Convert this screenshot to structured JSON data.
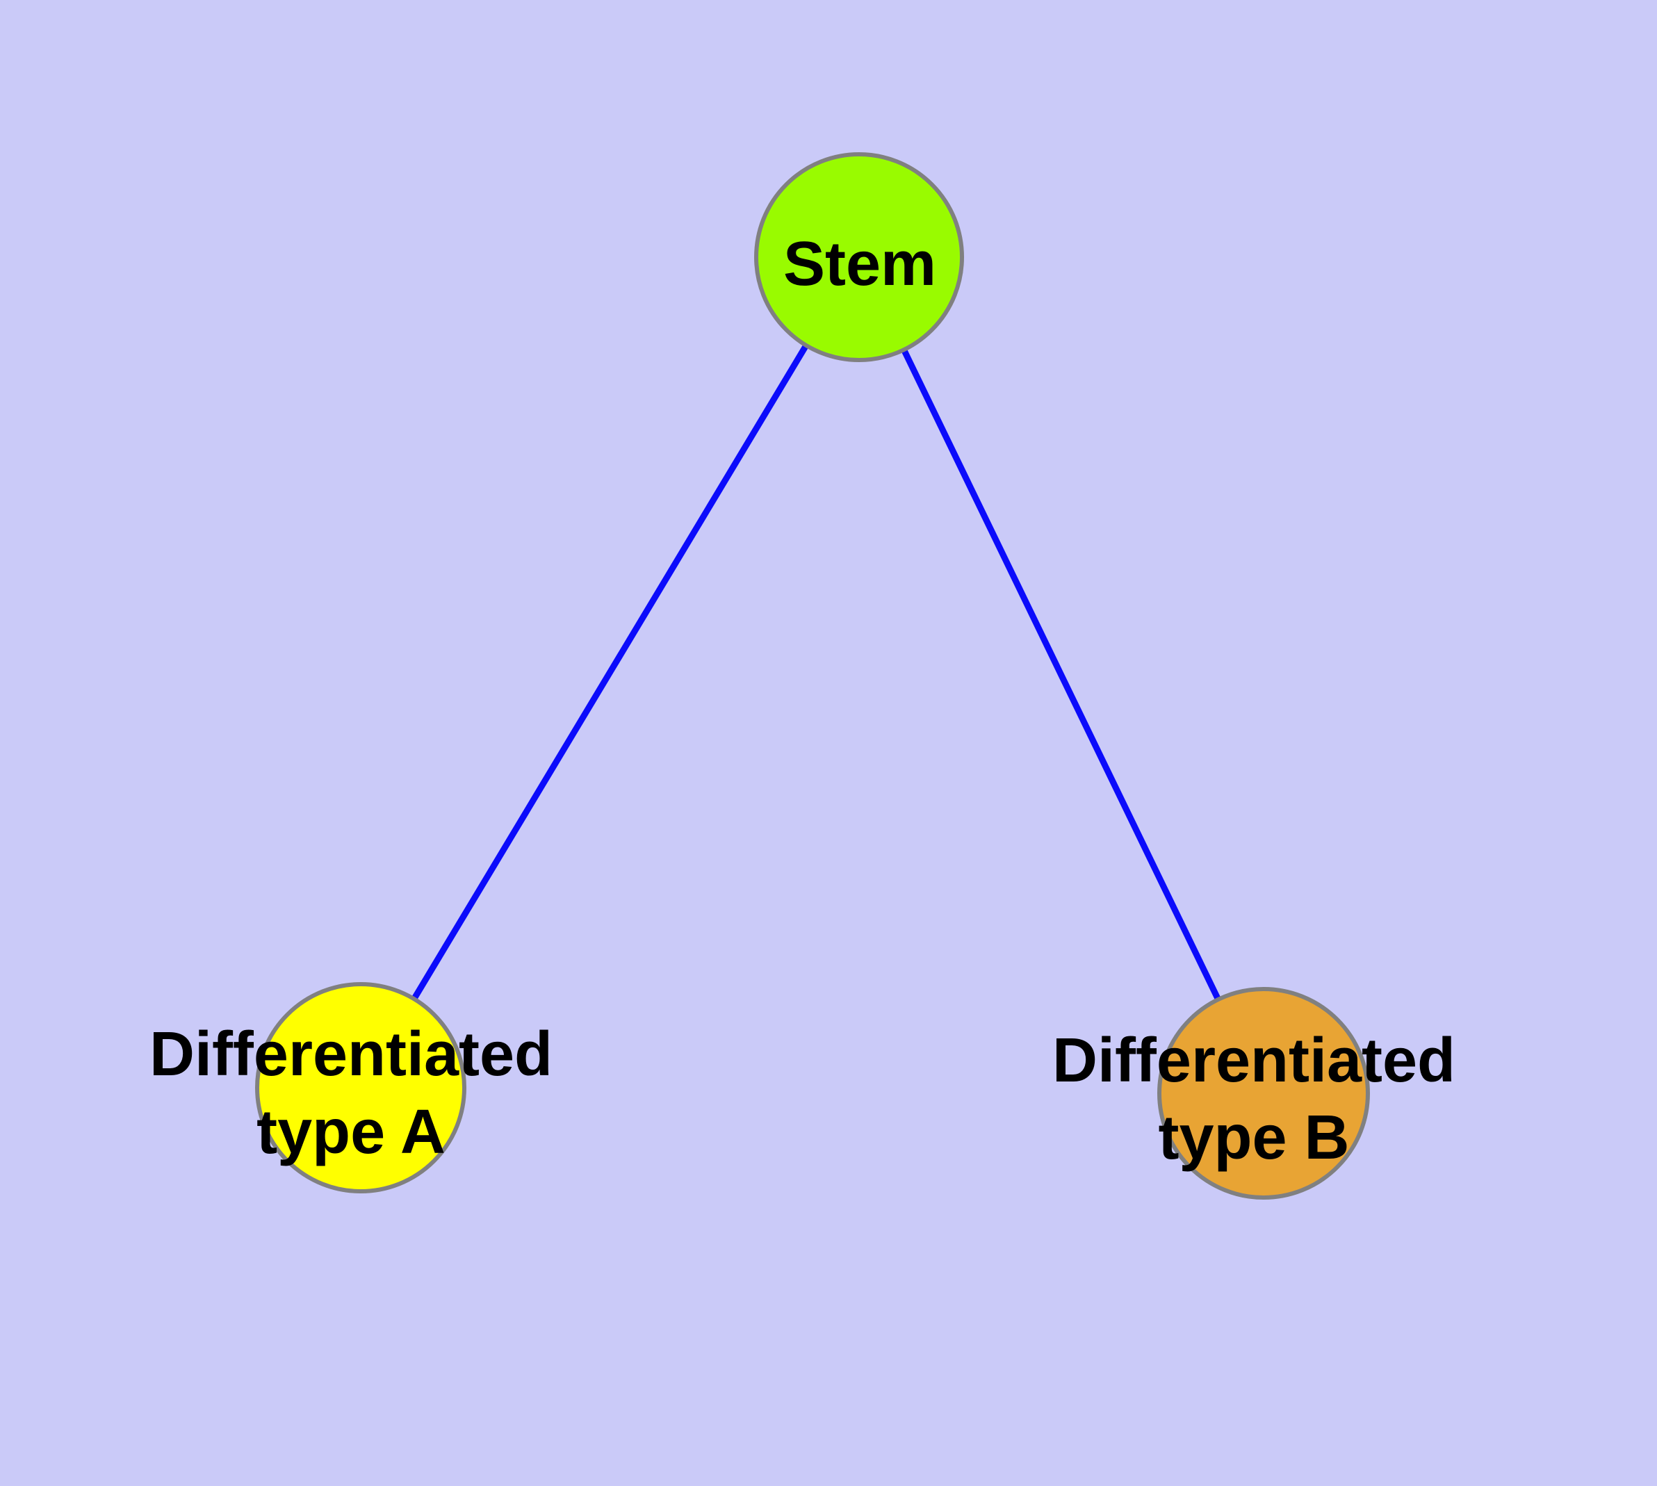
{
  "diagram": {
    "type": "node-link-graph",
    "background_color": "#CACAF8",
    "edge_color": "#0B0BFB",
    "node_border_color": "#808080",
    "text_color": "#000000",
    "nodes": {
      "stem": {
        "label": "Stem",
        "fill_color": "#99FB00"
      },
      "type_a": {
        "label_line1": "Differentiated",
        "label_line2": "type A",
        "fill_color": "#FFFF00"
      },
      "type_b": {
        "label_line1": "Differentiated",
        "label_line2": "type B",
        "fill_color": "#E8A434"
      }
    },
    "edges": [
      {
        "from": "Stem",
        "to": "Differentiated type A"
      },
      {
        "from": "Stem",
        "to": "Differentiated type B"
      }
    ]
  }
}
